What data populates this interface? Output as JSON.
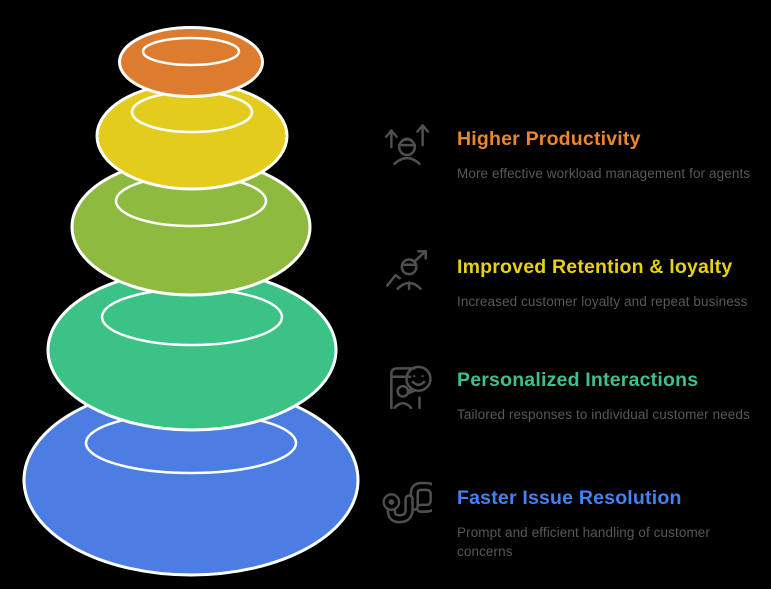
{
  "colors": {
    "background": "#000000",
    "outline": "#ffffff",
    "icon": "#4f4f4f",
    "description_text": "#58585a"
  },
  "pebbles": [
    {
      "name": "pebble-blue-bottom",
      "color": "#4b7de2"
    },
    {
      "name": "pebble-teal",
      "color": "#3bc386"
    },
    {
      "name": "pebble-green",
      "color": "#8eba40"
    },
    {
      "name": "pebble-yellow",
      "color": "#e3cc1d"
    },
    {
      "name": "pebble-orange-top",
      "color": "#dd7c2e"
    }
  ],
  "items": [
    {
      "icon": "productivity-icon",
      "title": "Higher Productivity",
      "desc": "More effective workload management for agents",
      "color": "#e8872e"
    },
    {
      "icon": "retention-icon",
      "title": "Improved Retention & loyalty",
      "desc": "Increased customer loyalty and repeat business",
      "color": "#e7d111"
    },
    {
      "icon": "personalization-icon",
      "title": "Personalized Interactions",
      "desc": "Tailored responses to individual customer needs",
      "color": "#3cc18c"
    },
    {
      "icon": "resolution-icon",
      "title": "Faster Issue Resolution",
      "desc": "Prompt and efficient handling of customer concerns",
      "color": "#4282f4"
    }
  ]
}
